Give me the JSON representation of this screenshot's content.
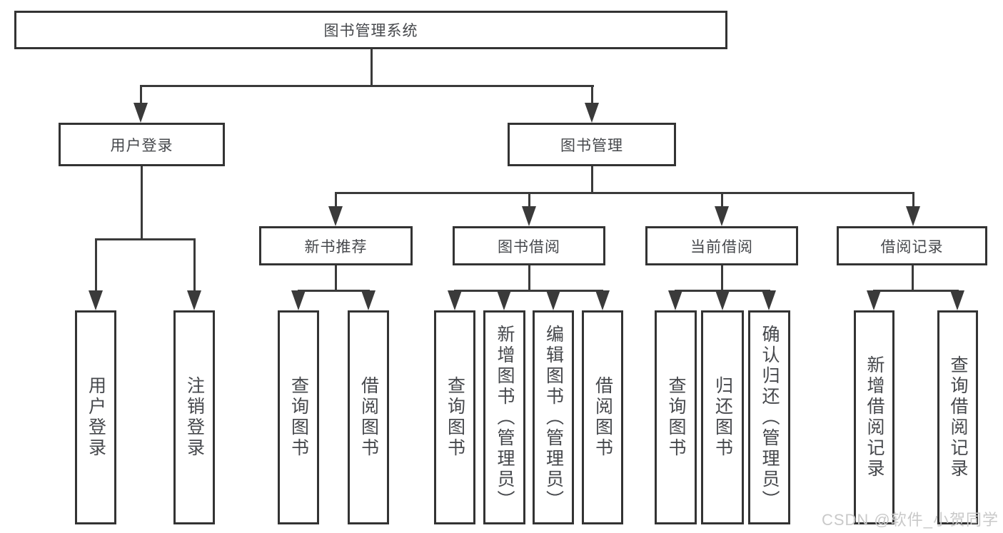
{
  "colors": {
    "line": "#3a3a3a",
    "box_border": "#333333",
    "box_fill": "#ffffff",
    "label_text": "#46484c",
    "watermark_text": "#c9c9c9"
  },
  "hierarchy": {
    "label": "图书管理系统",
    "children": [
      {
        "label": "用户登录",
        "children": [
          {
            "label": "用户登录"
          },
          {
            "label": "注销登录"
          }
        ]
      },
      {
        "label": "图书管理",
        "children": [
          {
            "label": "新书推荐",
            "children": [
              {
                "label": "查询图书"
              },
              {
                "label": "借阅图书"
              }
            ]
          },
          {
            "label": "图书借阅",
            "children": [
              {
                "label": "查询图书"
              },
              {
                "label": "新增图书（管理员）"
              },
              {
                "label": "编辑图书（管理员）"
              },
              {
                "label": "借阅图书"
              }
            ]
          },
          {
            "label": "当前借阅",
            "children": [
              {
                "label": "查询图书"
              },
              {
                "label": "归还图书"
              },
              {
                "label": "确认归还（管理员）"
              }
            ]
          },
          {
            "label": "借阅记录",
            "children": [
              {
                "label": "新增借阅记录"
              },
              {
                "label": "查询借阅记录"
              }
            ]
          }
        ]
      }
    ]
  },
  "watermark": {
    "text": "CSDN @软件_小贺同学"
  }
}
